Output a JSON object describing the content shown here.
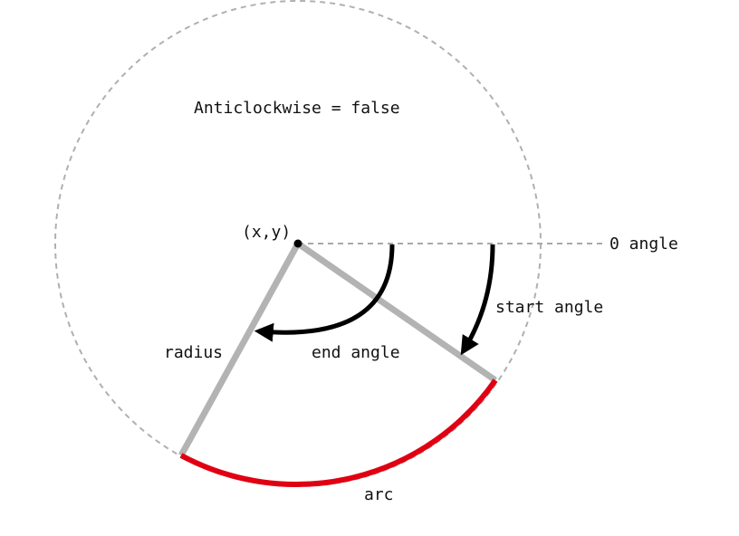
{
  "diagram": {
    "title": "Anticlockwise = false",
    "labels": {
      "center": "(x,y)",
      "zero_angle": "0 angle",
      "start_angle": "start angle",
      "end_angle": "end angle",
      "radius": "radius",
      "arc": "arc"
    },
    "arc_params": {
      "anticlockwise": false,
      "start_angle_deg": 40,
      "end_angle_deg": 120
    },
    "colors": {
      "circle_outline": "#b0b0b0",
      "radius_lines": "#b3b3b3",
      "arc": "#e00012",
      "arrows": "#000000",
      "text": "#111111",
      "background": "#ffffff"
    }
  }
}
